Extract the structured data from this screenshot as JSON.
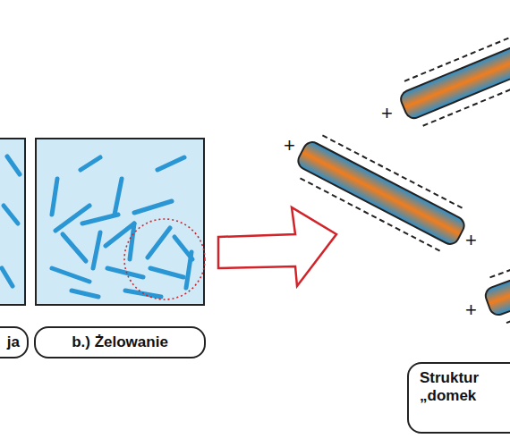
{
  "diagram": {
    "nodes": [
      {
        "text": [
          "ja"
        ]
      },
      {
        "text": [
          "b.) Żelowanie"
        ]
      },
      {
        "text": [
          "Struktur „domek"
        ]
      }
    ],
    "labels": [
      "+",
      "+",
      "+",
      "+"
    ]
  }
}
